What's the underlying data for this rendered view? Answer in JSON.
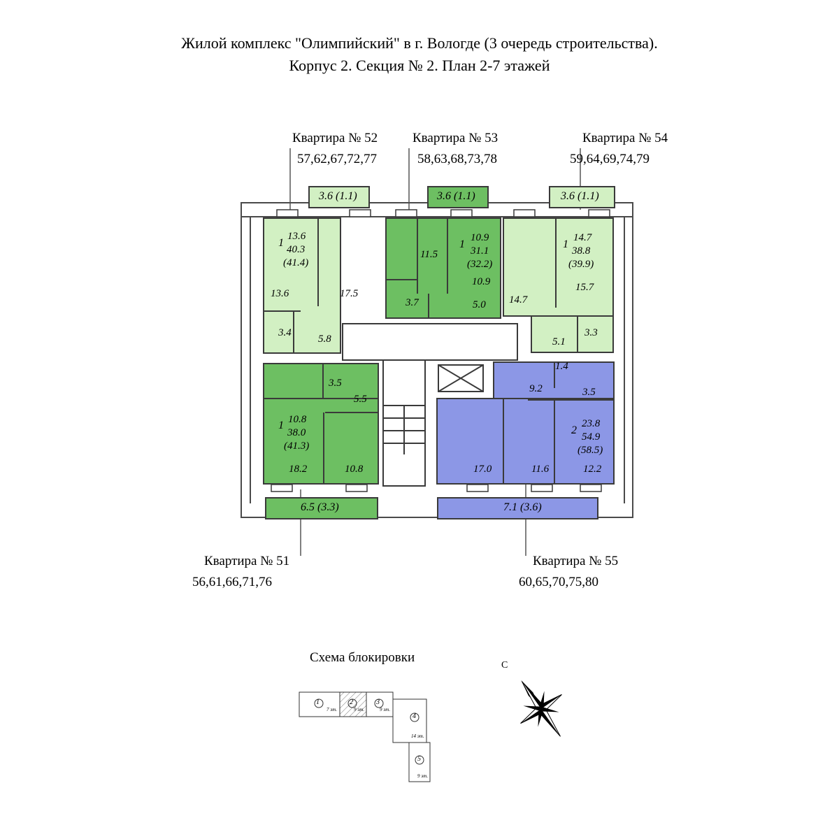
{
  "title": {
    "line1": "Жилой комплекс \"Олимпийский\" в г. Вологде (3 очередь строительства).",
    "line2": "Корпус 2. Секция № 2. План 2-7 этажей"
  },
  "colors": {
    "light_green": "#d2f0c3",
    "green": "#6dbf62",
    "blue": "#8c97e6",
    "wall": "#4a4a4a"
  },
  "apartments": [
    {
      "id": "52",
      "label": "Квартира № 52",
      "numbers": "57,62,67,72,77",
      "color": "light_green",
      "rooms_count": "1",
      "living": "13.6",
      "total": "40.3",
      "total_with_balcony": "(41.4)",
      "areas": [
        "13.6",
        "17.5",
        "3.4",
        "5.8"
      ],
      "balcony": "3.6 (1.1)"
    },
    {
      "id": "53",
      "label": "Квартира № 53",
      "numbers": "58,63,68,73,78",
      "color": "green",
      "rooms_count": "1",
      "living": "10.9",
      "total": "31.1",
      "total_with_balcony": "(32.2)",
      "areas": [
        "11.5",
        "10.9",
        "3.7",
        "5.0"
      ],
      "balcony": "3.6 (1.1)"
    },
    {
      "id": "54",
      "label": "Квартира № 54",
      "numbers": "59,64,69,74,79",
      "color": "light_green",
      "rooms_count": "1",
      "living": "14.7",
      "total": "38.8",
      "total_with_balcony": "(39.9)",
      "areas": [
        "14.7",
        "15.7",
        "5.1",
        "3.3"
      ],
      "balcony": "3.6 (1.1)"
    },
    {
      "id": "51",
      "label": "Квартира № 51",
      "numbers": "56,61,66,71,76",
      "color": "green",
      "rooms_count": "1",
      "living": "10.8",
      "total": "38.0",
      "total_with_balcony": "(41.3)",
      "areas": [
        "3.5",
        "5.5",
        "18.2",
        "10.8"
      ],
      "balcony": "6.5 (3.3)"
    },
    {
      "id": "55",
      "label": "Квартира № 55",
      "numbers": "60,65,70,75,80",
      "color": "blue",
      "rooms_count": "2",
      "living": "23.8",
      "total": "54.9",
      "total_with_balcony": "(58.5)",
      "areas": [
        "1.4",
        "9.2",
        "3.5",
        "17.0",
        "11.6",
        "12.2"
      ],
      "balcony": "7.1 (3.6)"
    }
  ],
  "block_scheme": {
    "title": "Схема блокировки",
    "sections": [
      {
        "num": "1",
        "floors": "7 эт."
      },
      {
        "num": "2",
        "floors": "9 эт."
      },
      {
        "num": "3",
        "floors": "9 эт."
      },
      {
        "num": "4",
        "floors": "14 эт."
      },
      {
        "num": "5",
        "floors": "9 эт."
      }
    ]
  },
  "compass": {
    "north_label": "С",
    "icon": "compass-rose-icon"
  }
}
